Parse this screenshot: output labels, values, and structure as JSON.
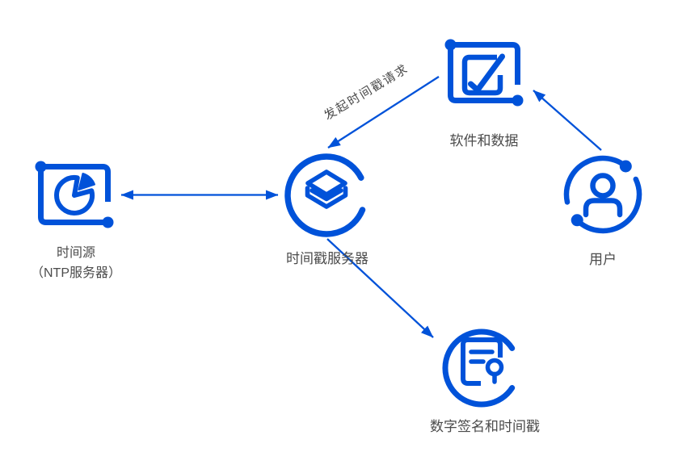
{
  "diagram": {
    "background_color": "#ffffff",
    "accent_color": "#0052d9",
    "label_color": "#4b4b4b",
    "nodes": {
      "time_source": {
        "line1": "时间源",
        "line2": "（NTP服务器）",
        "icon": "pie-chart-frame-icon"
      },
      "timestamp_server": {
        "label": "时间戳服务器",
        "icon": "stacked-layers-circle-icon"
      },
      "software_data": {
        "label": "软件和数据",
        "icon": "edit-check-frame-icon"
      },
      "user": {
        "label": "用户",
        "icon": "person-circle-icon"
      },
      "digital_signature": {
        "label": "数字签名和时间戳",
        "icon": "document-seal-circle-icon"
      }
    },
    "edges": {
      "request_label": "发起时间戳请求",
      "connections": [
        {
          "from": "software_data",
          "to": "timestamp_server",
          "type": "one-way",
          "label": "发起时间戳请求"
        },
        {
          "from": "timestamp_server",
          "to": "time_source",
          "type": "two-way",
          "label": ""
        },
        {
          "from": "user",
          "to": "software_data",
          "type": "one-way",
          "label": ""
        },
        {
          "from": "timestamp_server",
          "to": "digital_signature",
          "type": "one-way",
          "label": ""
        }
      ]
    }
  }
}
